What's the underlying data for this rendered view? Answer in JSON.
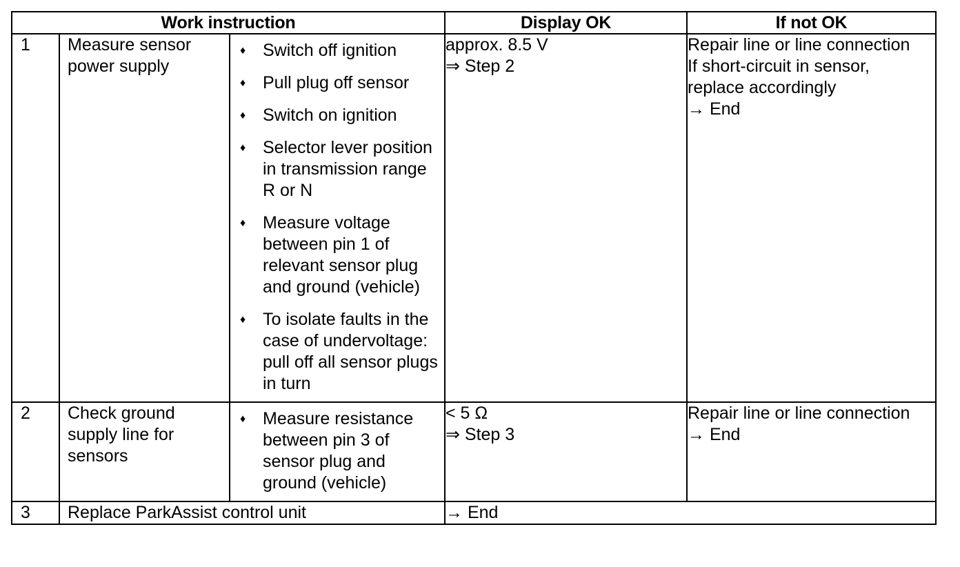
{
  "table": {
    "headers": [
      {
        "label": "Work instruction",
        "span": 3
      },
      {
        "label": "Display OK",
        "span": 1
      },
      {
        "label": "If not OK",
        "span": 1
      }
    ],
    "rows": [
      {
        "step": "1",
        "task": "Measure sensor power supply",
        "actions": [
          "Switch off ignition",
          "Pull plug off sensor",
          "Switch on ignition",
          "Selector lever position in transmission range R or N",
          "Measure voltage between pin 1 of relevant sensor plug and ground (vehicle)",
          "To isolate faults in the case of undervoltage: pull off all sensor plugs in turn"
        ],
        "bullet_glyph": "♦",
        "display_ok": [
          "approx. 8.5 V",
          "⇒ Step 2"
        ],
        "if_not_ok": [
          "Repair line or line connection",
          "If short-circuit in sensor,",
          "replace accordingly",
          "→ End"
        ]
      },
      {
        "step": "2",
        "task": "Check ground supply line for sensors",
        "actions": [
          "Measure resistance between pin 3 of sensor plug and ground (vehicle)"
        ],
        "bullet_glyph": "♦",
        "display_ok": [
          "< 5 Ω",
          "⇒ Step 3"
        ],
        "if_not_ok": [
          "Repair line or line connection",
          "→ End"
        ]
      },
      {
        "step": "3",
        "task": "Replace ParkAssist control unit",
        "actions": [],
        "bullet_glyph": "♦",
        "display_ok": [
          "→ End"
        ],
        "if_not_ok": []
      }
    ]
  },
  "colors": {
    "border": "#000000",
    "text": "#000000",
    "background": "#ffffff"
  }
}
